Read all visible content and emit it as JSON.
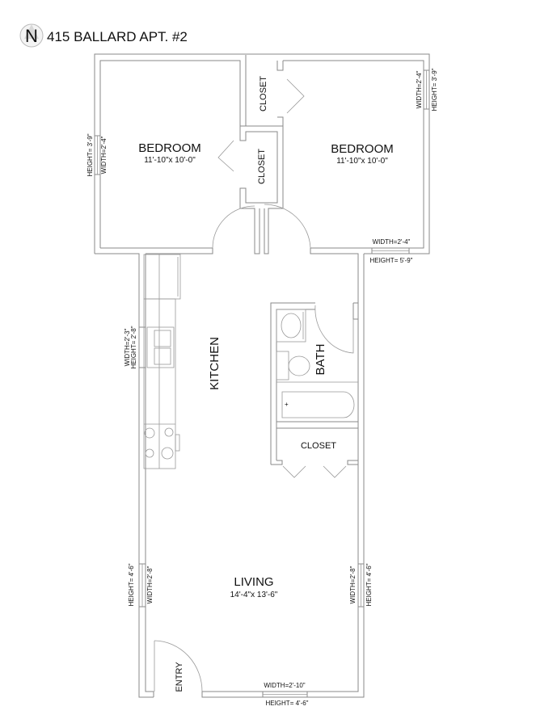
{
  "title": "415 BALLARD APT. #2",
  "compass": "N",
  "rooms": {
    "bedroom_left": {
      "label": "BEDROOM",
      "size": "11'-10\"x 10'-0\""
    },
    "bedroom_right": {
      "label": "BEDROOM",
      "size": "11'-10\"x 10'-0\""
    },
    "closet_upper": "CLOSET",
    "closet_lower": "CLOSET",
    "kitchen": "KITCHEN",
    "bath": "BATH",
    "closet_hall": "CLOSET",
    "living": {
      "label": "LIVING",
      "size": "14'-4\"x 13'-6\""
    },
    "entry": "ENTRY"
  },
  "windows": {
    "bedroom_left": {
      "height": "HEIGHT= 3'-9\"",
      "width": "WIDTH=2'-4\""
    },
    "bedroom_right_side": {
      "width": "WIDTH=2'-4\"",
      "height": "HEIGHT= 3'-9\""
    },
    "bedroom_right_bottom": {
      "width": "WIDTH=2'-4\"",
      "height": "HEIGHT= 5'-9\""
    },
    "kitchen": {
      "width": "WIDTH=2'-3\"",
      "height": "HEIGHT= 2'-8\""
    },
    "living_left": {
      "height": "HEIGHT= 4'-6\"",
      "width": "WIDTH=2'-8\""
    },
    "living_right": {
      "width": "WIDTH=2'-8\"",
      "height": "HEIGHT= 4'-6\""
    },
    "living_bottom": {
      "width": "WIDTH=2'-10\"",
      "height": "HEIGHT= 4'-6\""
    }
  }
}
